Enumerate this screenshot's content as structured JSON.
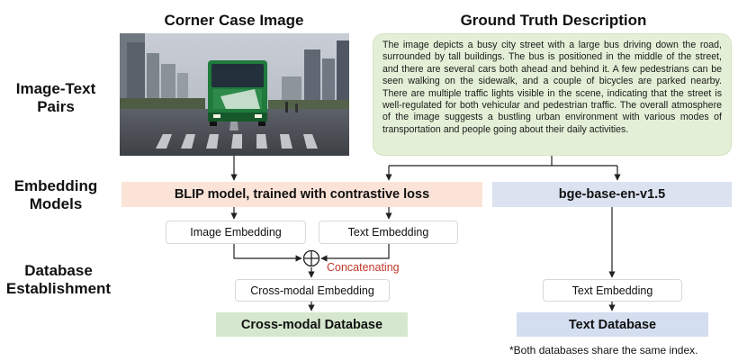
{
  "headers": {
    "image_column": "Corner Case Image",
    "description_column": "Ground Truth Description"
  },
  "rows": {
    "pairs": [
      "Image-Text",
      "Pairs"
    ],
    "models": [
      "Embedding",
      "Models"
    ],
    "database": [
      "Database",
      "Establishment"
    ]
  },
  "description": "The image depicts a busy city street with a large bus driving down the road, surrounded by tall buildings. The bus is positioned in the middle of the street, and there are several cars both ahead and behind it. A few pedestrians can be seen walking on the sidewalk, and a couple of bicycles are parked nearby. There are multiple traffic lights visible in the scene, indicating that the street is well-regulated for both vehicular and pedestrian traffic. The overall atmosphere of the image suggests a bustling urban environment with various modes of transportation and people going about their daily activities.",
  "models": {
    "blip": "BLIP model, trained with contrastive loss",
    "bge": "bge-base-en-v1.5"
  },
  "embeddings": {
    "image": "Image Embedding",
    "text_left": "Text Embedding",
    "concat_label": "Concatenating",
    "cross_modal": "Cross-modal Embedding",
    "text_right": "Text Embedding"
  },
  "databases": {
    "cross_modal": "Cross-modal Database",
    "text": "Text Database"
  },
  "footnote": "*Both databases share the same index.",
  "colors": {
    "blip_box": "#fce3d7",
    "bge_box": "#dbe3f1",
    "cross_db": "#d5e8cf",
    "text_db": "#d3deef",
    "desc_box": "#e3efd6",
    "concat_text": "#c0392b",
    "arrow": "#222222"
  }
}
